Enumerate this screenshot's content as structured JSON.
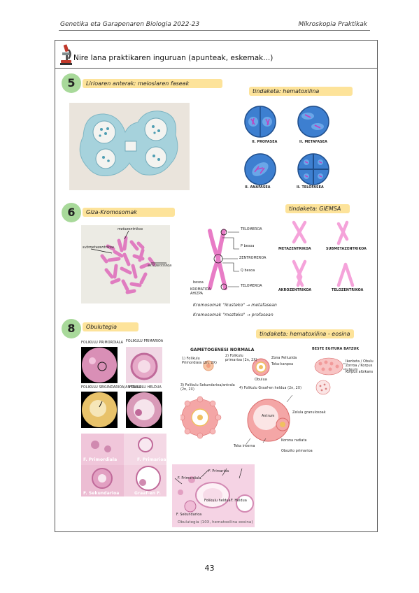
{
  "header": {
    "left": "Genetika eta Garapenaren Biologia 2022-23",
    "right": "Mikroskopia Praktikak"
  },
  "title": "Nire lana praktikaren inguruan (apunteak, eskemak...)",
  "section5": {
    "number": "5",
    "heading": "Lirioaren anterak: meiosiaren faseak",
    "stain": "tindaketa: hematoxilina",
    "phases": [
      "II. PROFASEA",
      "II. METAFASEA",
      "II. ANAFASEA",
      "II. TELOFASEA"
    ]
  },
  "section6": {
    "number": "6",
    "heading": "Giza-Kromosomak",
    "stain": "tindaketa: GIEMSA",
    "photo_labels": [
      "metazentrikoa",
      "submetazentrikoa",
      "akrozentrikoa"
    ],
    "chromosome_parts": [
      "TELOMEROA",
      "P besoa",
      "ZENTROMEROA",
      "Q besoa",
      "TELOMEROA",
      "KROMATIDA AHIZPA",
      "besoa"
    ],
    "types": [
      "METAZENTRIKOA",
      "SUBMETAZENTRIKOA",
      "AKROZENTRIKOA",
      "TELOZENTRIKOA"
    ],
    "notes": [
      "Kromosomak \"ikusteko\" → metafasean",
      "Kromosomak \"mozteko\" → profasean"
    ]
  },
  "section8": {
    "number": "8",
    "heading": "Obulutegia",
    "stain": "tindaketa: hematoxilina - eosina",
    "follicle_photos": [
      "FOLIKULU PRIMORDIALA",
      "FOLIKULU PRIMARIOA",
      "FOLIKULU SEKUNDARIOA/ANTRALA",
      "FOLIKULU HELDUA"
    ],
    "scheme_title": "GAMETOGENESI NORMALA",
    "scheme_labels": [
      "1) Folikulu Primordiala (2n, 2X)",
      "2) Folikulu primarioa (2n, 2X)",
      "Zona Pelluzida",
      "Teka-kanpoa",
      "Obulua",
      "3) Folikulu Sekundarioa/antrala (2n, 2X)",
      "4) Folikulu Graaf-en heldua (2n, 2X)",
      "Antrum",
      "Zelula granulosoak",
      "Teka interna",
      "Korona radiata",
      "Obozito primarioa"
    ],
    "rest": {
      "title": "BESTE EGITURA BATZUK",
      "labels": [
        "Ikerketa / Obulu Zorroa / Korpus luteum",
        "Korpus albikans"
      ]
    },
    "composite": [
      "F. Primordiala",
      "F. Primarioa",
      "F. Sekundarioa",
      "Graaf-en F."
    ],
    "bottom_photo": {
      "labels": [
        "F. Primordiala",
        "F. Primarioa",
        "F. Sekundarioa",
        "Folikulu heldua",
        "F. Heldua"
      ],
      "caption": "Obulutegia (10X, hematoxilina eosina)"
    }
  },
  "page_number": "43",
  "colors": {
    "badge": "#a8d99a",
    "highlight": "#fde39a",
    "pink": "#e87cc6",
    "cell_blue": "#3d7fd0"
  }
}
